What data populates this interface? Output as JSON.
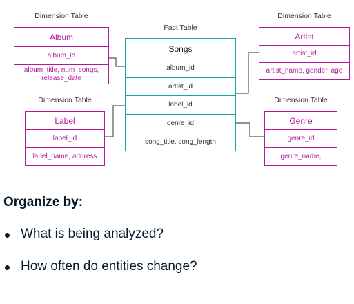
{
  "diagram": {
    "captions": {
      "album": "Dimension Table",
      "artist": "Dimension Table",
      "fact": "Fact Table",
      "label": "Dimension Table",
      "genre": "Dimension Table"
    },
    "fact_table": {
      "title": "Songs",
      "rows": [
        "album_id",
        "artist_id",
        "label_id",
        "genre_id",
        "song_title, song_length"
      ]
    },
    "album_table": {
      "title": "Album",
      "rows": [
        "album_id",
        "album_title, num_songs, release_date"
      ]
    },
    "artist_table": {
      "title": "Artist",
      "rows": [
        "artist_id",
        "artist_name, gender, age"
      ]
    },
    "label_table": {
      "title": "Label",
      "rows": [
        "label_id",
        "label_name, address"
      ]
    },
    "genre_table": {
      "title": "Genre",
      "rows": [
        "genre_id",
        "genre_name,"
      ]
    },
    "colors": {
      "dimension": "#b5179e",
      "fact": "#1aa3a3",
      "connector": "#555555"
    }
  },
  "heading": "Organize by:",
  "bullets": [
    "What is being analyzed?",
    "How often do entities change?"
  ]
}
